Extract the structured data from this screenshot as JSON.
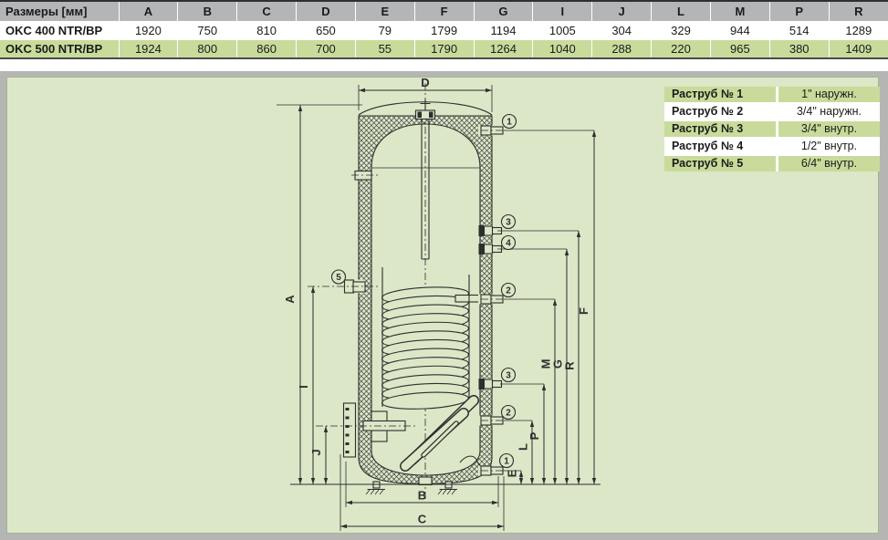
{
  "dimensions_table": {
    "header_label": "Размеры [мм]",
    "columns": [
      "A",
      "B",
      "C",
      "D",
      "E",
      "F",
      "G",
      "I",
      "J",
      "L",
      "M",
      "P",
      "R"
    ],
    "rows": [
      {
        "model": "OKC 400 NTR/BP",
        "values": [
          "1920",
          "750",
          "810",
          "650",
          "79",
          "1799",
          "1194",
          "1005",
          "304",
          "329",
          "944",
          "514",
          "1289"
        ]
      },
      {
        "model": "OKC 500 NTR/BP",
        "values": [
          "1924",
          "800",
          "860",
          "700",
          "55",
          "1790",
          "1264",
          "1040",
          "288",
          "220",
          "965",
          "380",
          "1409"
        ]
      }
    ]
  },
  "sockets_table": {
    "rows": [
      {
        "label": "Раструб № 1",
        "value": "1\" наружн."
      },
      {
        "label": "Раструб № 2",
        "value": "3/4\" наружн."
      },
      {
        "label": "Раструб № 3",
        "value": "3/4\" внутр."
      },
      {
        "label": "Раструб № 4",
        "value": "1/2\" внутр."
      },
      {
        "label": "Раструб № 5",
        "value": "6/4\" внутр."
      }
    ]
  },
  "drawing": {
    "dim": {
      "D": "D",
      "A": "A",
      "I": "I",
      "J": "J",
      "B": "B",
      "C": "C",
      "E": "E",
      "L": "L",
      "P": "P",
      "M": "M",
      "G": "G",
      "R": "R",
      "F": "F"
    },
    "conn": {
      "c1": "1",
      "c2": "2",
      "c3": "3",
      "c4": "4",
      "c5": "5"
    }
  },
  "colors": {
    "table_header_bg": "#b4b5b7",
    "row_green": "#c9db9b",
    "panel_bg": "#dbe7c7",
    "backdrop": "#b5b6b4",
    "line": "#2e2e2e"
  }
}
